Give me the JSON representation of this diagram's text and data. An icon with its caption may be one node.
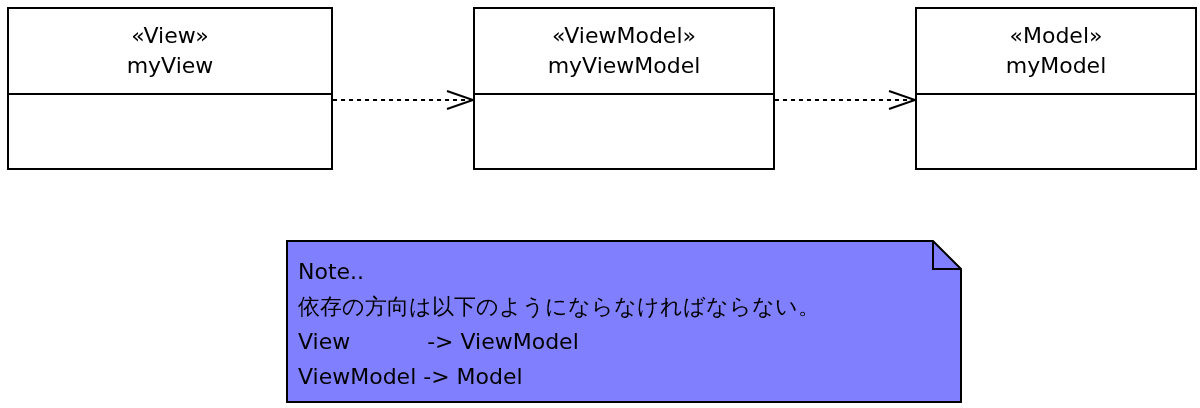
{
  "diagram": {
    "nodes": [
      {
        "text": [
          "«View»",
          "myView"
        ]
      },
      {
        "text": [
          "«ViewModel»",
          "myViewModel"
        ]
      },
      {
        "text": [
          "«Model»",
          "myModel"
        ]
      },
      {
        "text": [
          "Note..",
          "依存の方向は以下のようにならなければならない。",
          "View           -> ViewModel",
          "ViewModel -> Model"
        ]
      }
    ],
    "edges": [
      {
        "from": 0,
        "to": 1,
        "arrow": "to",
        "style": "dashed"
      },
      {
        "from": 1,
        "to": 2,
        "arrow": "to",
        "style": "dashed"
      }
    ]
  }
}
